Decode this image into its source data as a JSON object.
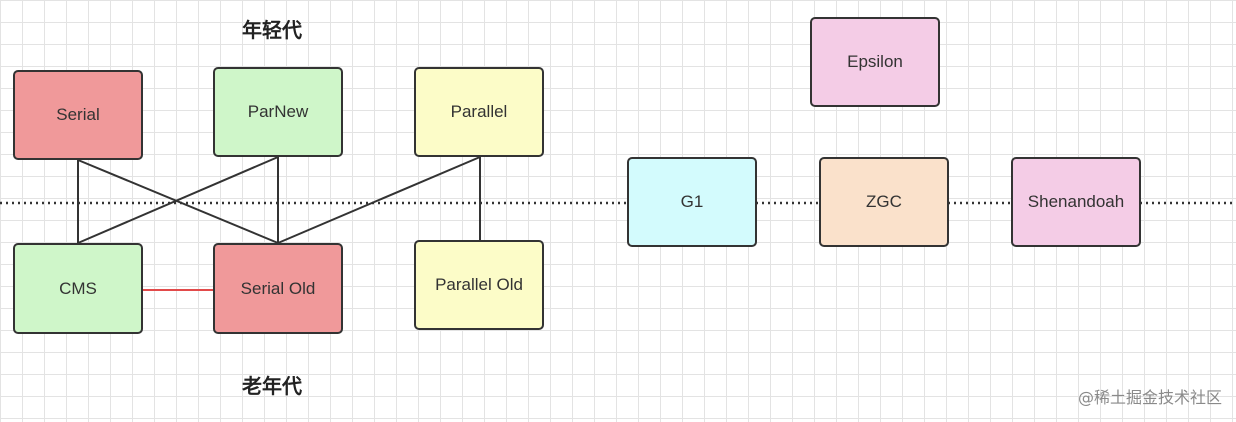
{
  "headings": {
    "young": "年轻代",
    "old": "老年代"
  },
  "colors": {
    "red": "#f0999a",
    "green": "#cff6c9",
    "yellow": "#fcfcc8",
    "pink": "#f4cce6",
    "cyan": "#d3fbfd",
    "peach": "#fae1cb"
  },
  "nodes": {
    "serial": "Serial",
    "parnew": "ParNew",
    "parallel": "Parallel",
    "cms": "CMS",
    "serial_old": "Serial Old",
    "parallel_old": "Parallel Old",
    "epsilon": "Epsilon",
    "g1": "G1",
    "zgc": "ZGC",
    "shenandoah": "Shenandoah"
  },
  "watermark": "@稀土掘金技术社区"
}
